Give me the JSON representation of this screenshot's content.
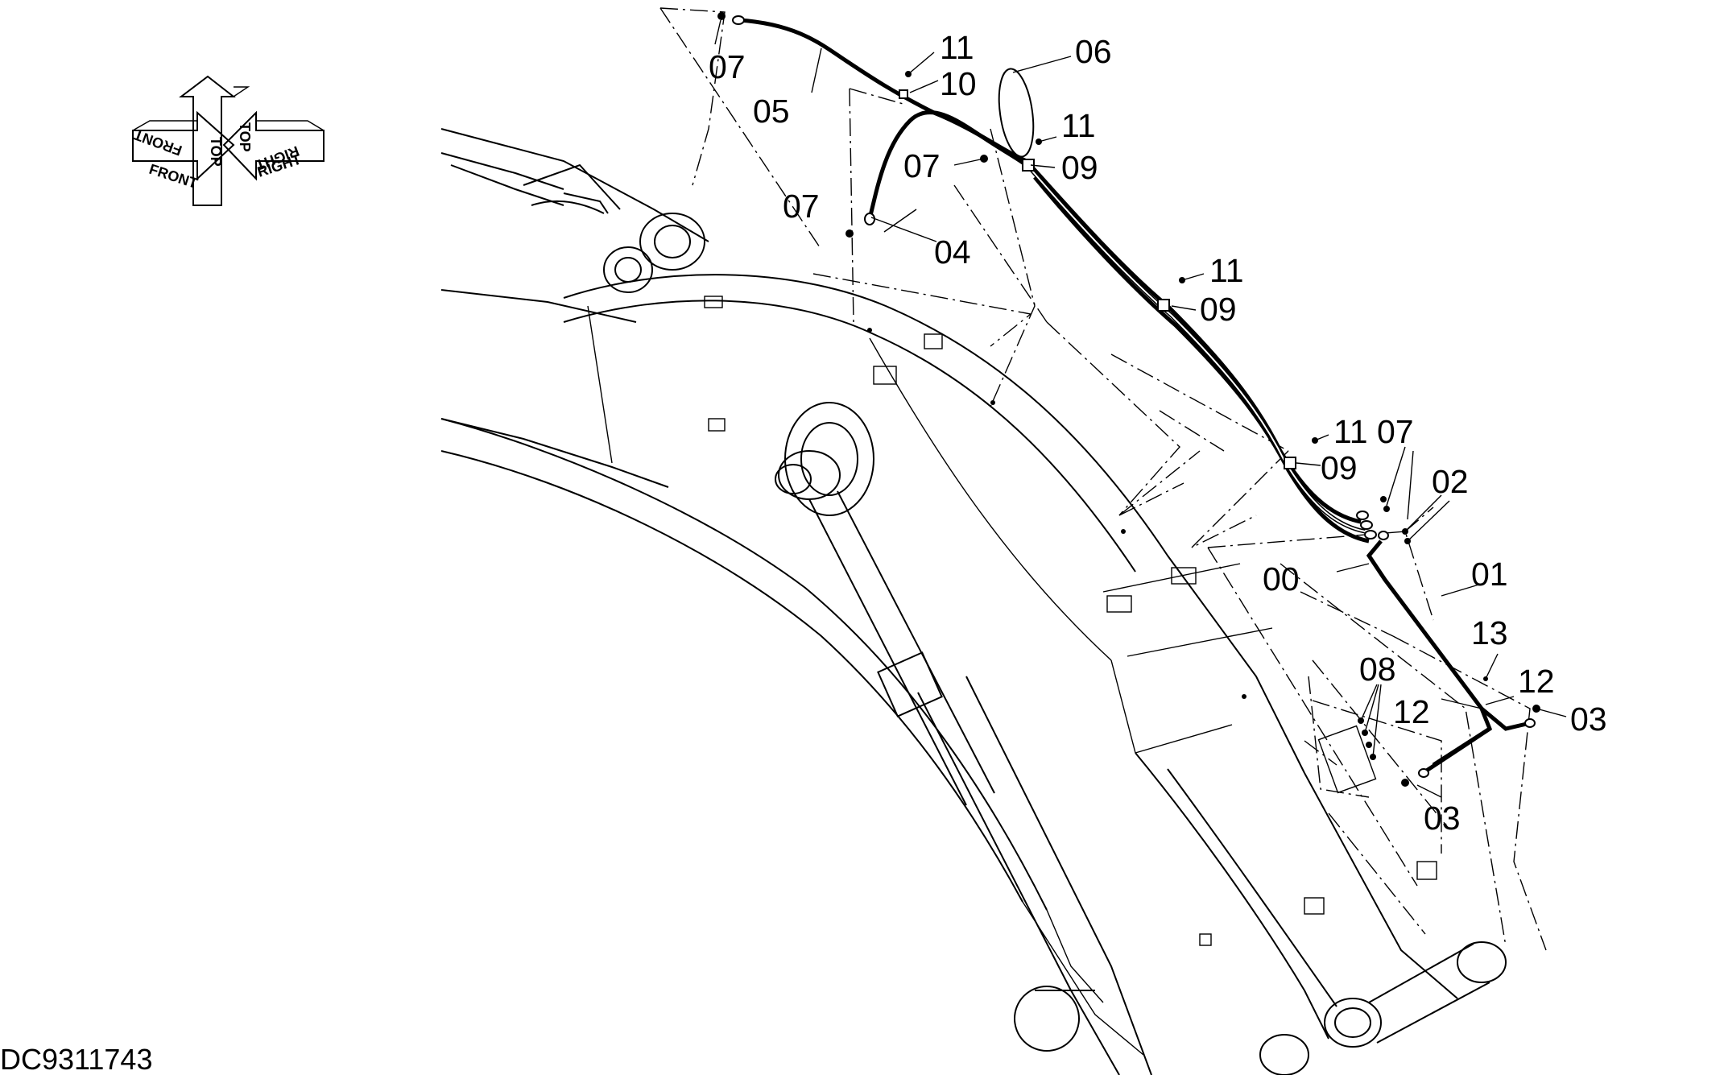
{
  "document_id": "DC9311743",
  "orientation_arrow": {
    "front_label": "FRONT",
    "top_label": "TOP",
    "right_label": "RIGHT"
  },
  "callouts": {
    "c00": "00",
    "c01": "01",
    "c02": "02",
    "c03_left": "03",
    "c03_right": "03",
    "c04": "04",
    "c05": "05",
    "c06": "06",
    "c07_top": "07",
    "c07_left": "07",
    "c07_mid": "07",
    "c07_right": "07",
    "c08": "08",
    "c09_a": "09",
    "c09_b": "09",
    "c09_c": "09",
    "c10": "10",
    "c11_a": "11",
    "c11_b": "11",
    "c11_c": "11",
    "c11_d": "11",
    "c12_left": "12",
    "c12_right": "12",
    "c13": "13"
  }
}
